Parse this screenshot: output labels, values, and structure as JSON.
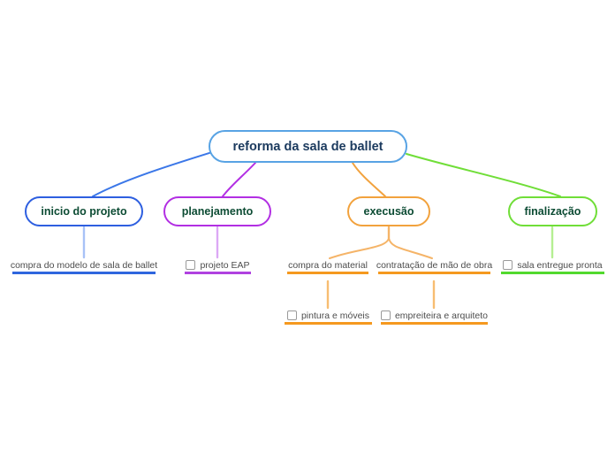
{
  "root": {
    "label": "reforma da sala de ballet"
  },
  "branches": [
    {
      "label": "inicio do projeto",
      "color": "#2e5fe0",
      "children": [
        {
          "label": "compra do modelo de sala de ballet",
          "checkbox": false,
          "underline_color": "#2f66de"
        }
      ]
    },
    {
      "label": "planejamento",
      "color": "#b22fe3",
      "children": [
        {
          "label": "projeto EAP",
          "checkbox": true,
          "underline_color": "#b042e0"
        }
      ]
    },
    {
      "label": "execusão",
      "color": "#f2a23d",
      "children": [
        {
          "label": "compra do material",
          "checkbox": false,
          "underline_color": "#f5991f",
          "children": [
            {
              "label": "pintura e móveis",
              "checkbox": true,
              "underline_color": "#f5991f"
            }
          ]
        },
        {
          "label": "contratação de mão de obra",
          "checkbox": false,
          "underline_color": "#f5991f",
          "children": [
            {
              "label": "empreiteira e arquiteto",
              "checkbox": true,
              "underline_color": "#f5991f"
            }
          ]
        }
      ]
    },
    {
      "label": "finalização",
      "color": "#70de38",
      "children": [
        {
          "label": "sala entregue pronta",
          "checkbox": true,
          "underline_color": "#52d92e"
        }
      ]
    }
  ],
  "colors": {
    "canvas_bg": "#ffffff",
    "root_border": "#58a3e4",
    "root_text": "#1b3a5e",
    "branch_label_text": "#0d4c34",
    "leaf_text": "#4d4d4d",
    "connector_blue": "#3b77e8",
    "connector_blue_light": "#a8c2f7",
    "connector_purple": "#b22fe3",
    "connector_purple_light": "#dca8f5",
    "connector_orange": "#f2a23d",
    "connector_orange_light": "#f5b468",
    "connector_green": "#70de38",
    "connector_green_light": "#b5ef92"
  }
}
